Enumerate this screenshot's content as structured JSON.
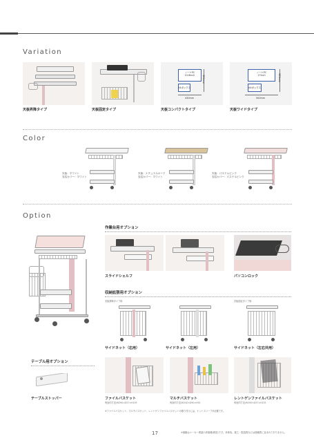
{
  "sections": {
    "variation": "Variation",
    "color": "Color",
    "option": "Option"
  },
  "variation": {
    "items": [
      {
        "label": "天板昇降タイプ"
      },
      {
        "label": "天板固定タイプ"
      },
      {
        "label": "天板コンパクトタイプ"
      },
      {
        "label": "天板ワイドタイプ"
      }
    ],
    "compact": {
      "pc": "ノートPC\n15.6inch",
      "aux": "A4ボックス",
      "width": "430mm",
      "height": "320mm"
    },
    "wide": {
      "pc": "ノートPC\n17inch",
      "aux": "A4ボックス",
      "width": "500mm",
      "height": "320mm"
    }
  },
  "color": {
    "items": [
      {
        "top": "天板：ホワイト",
        "cover": "支柱カバー：ホワイト"
      },
      {
        "top": "天板：ナチュラルオーク",
        "cover": "支柱カバー：ホワイト"
      },
      {
        "top": "天板：パステルピンク",
        "cover": "支柱カバー：パステルピンク"
      }
    ]
  },
  "option": {
    "work_head": "作業台用オプション",
    "work_items": [
      {
        "label": "スライドシェルフ"
      },
      {
        "label": "パソコンロック"
      }
    ],
    "storage_head": "収納拡張用オプション",
    "storage_notes": {
      "lift": "天板昇降タイプ用",
      "fixed": "天板固定タイプ用"
    },
    "storage_items": [
      {
        "label": "サイドネット（右用）"
      },
      {
        "label": "サイドネット（左用）"
      },
      {
        "label": "サイドネット（左右共用）"
      }
    ],
    "table_head": "テーブル用オプション",
    "table_items": [
      {
        "label": "テーブルストッパー"
      }
    ],
    "basket_items": [
      {
        "label": "ファイルバスケット",
        "spec": "有効内寸法/W390×D57×H195"
      },
      {
        "label": "マルチバスケット",
        "spec": "有効内寸法/W340×D90×H92"
      },
      {
        "label": "レントゲンファイルバスケット",
        "spec": "有効内寸法/W390×D57×H235"
      }
    ],
    "basket_note": "※ファイルバスケット、マルチバスケット、レントゲンファイルバスケットの取り付けには、ナットスリーブが必要です。"
  },
  "footer": {
    "page": "17",
    "note": "※価格はメーカー希望小売価格(税抜)です。本体色、施工・配送費などは価格表に含まれておりません。"
  }
}
